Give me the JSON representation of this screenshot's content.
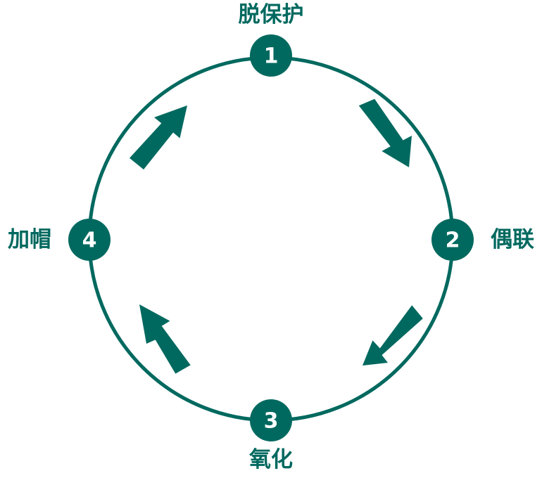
{
  "diagram": {
    "type": "cycle",
    "color": "#00695f",
    "background": "#ffffff",
    "steps": [
      {
        "number": "1",
        "label": "脱保护"
      },
      {
        "number": "2",
        "label": "偶联"
      },
      {
        "number": "3",
        "label": "氧化"
      },
      {
        "number": "4",
        "label": "加帽"
      }
    ],
    "flow_direction": "clockwise"
  }
}
